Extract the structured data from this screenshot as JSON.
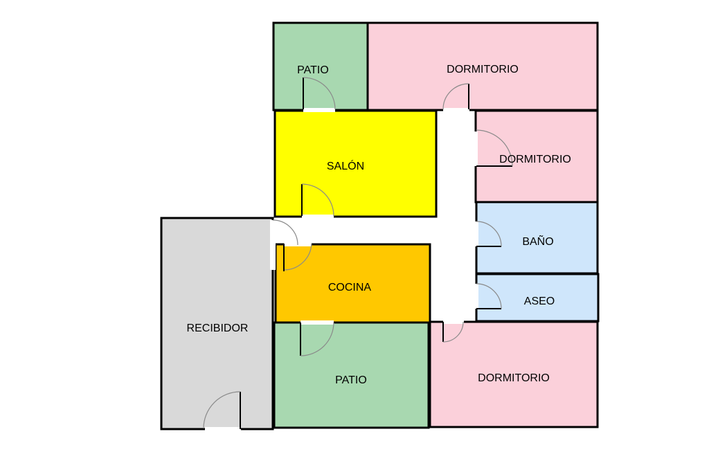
{
  "plan": {
    "rooms": [
      {
        "id": "patio-top",
        "label": "PATIO",
        "color": "#a8d8b0"
      },
      {
        "id": "dormitorio-top",
        "label": "DORMITORIO",
        "color": "#fbd0da"
      },
      {
        "id": "salon",
        "label": "SALÓN",
        "color": "#ffff00"
      },
      {
        "id": "dormitorio-right",
        "label": "DORMITORIO",
        "color": "#fbd0da"
      },
      {
        "id": "bano",
        "label": "BAÑO",
        "color": "#cfe6fb"
      },
      {
        "id": "aseo",
        "label": "ASEO",
        "color": "#cfe6fb"
      },
      {
        "id": "cocina",
        "label": "COCINA",
        "color": "#ffc800"
      },
      {
        "id": "recibidor",
        "label": "RECIBIDOR",
        "color": "#d9d9d9"
      },
      {
        "id": "patio-bottom",
        "label": "PATIO",
        "color": "#a8d8b0"
      },
      {
        "id": "dormitorio-bottom",
        "label": "DORMITORIO",
        "color": "#fbd0da"
      }
    ],
    "corridor_color": "#ffffff",
    "wall_color": "#000000"
  }
}
